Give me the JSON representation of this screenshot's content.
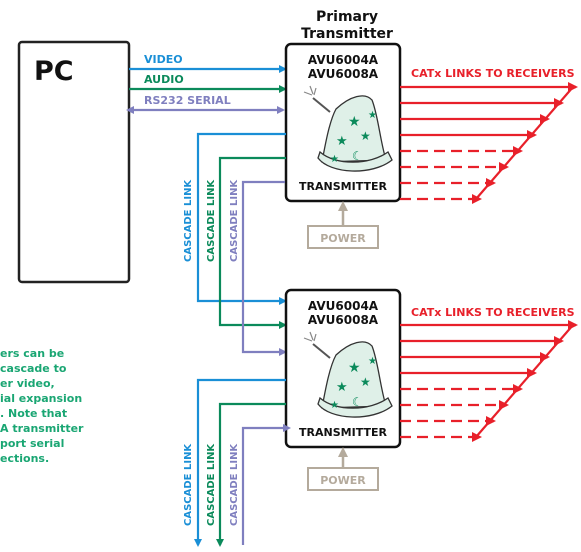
{
  "pc": {
    "label": "PC"
  },
  "primary_title": {
    "line1": "Primary",
    "line2": "Transmitter"
  },
  "transmitter_top": {
    "model1": "AVU6004A",
    "model2": "AVU6008A",
    "label": "TRANSMITTER",
    "power": "POWER"
  },
  "transmitter_bottom": {
    "model1": "AVU6004A",
    "model2": "AVU6008A",
    "label": "TRANSMITTER",
    "power": "POWER"
  },
  "signals": {
    "video": "VIDEO",
    "audio": "AUDIO",
    "serial": "RS232 SERIAL"
  },
  "catx_label": "CATx LINKS TO RECEIVERS",
  "cascade_label": "CASCADE LINK",
  "note": {
    "lines": [
      "ers can be",
      "cascade to",
      "er video,",
      "ial expansion",
      ". Note that",
      "A transmitter",
      "port serial",
      "ections."
    ]
  },
  "colors": {
    "video": "#1a8fd6",
    "audio": "#0b8a5b",
    "serial": "#7f7fbf",
    "catx": "#e8202a",
    "power": "#b4aa9c",
    "note": "#1aa673"
  }
}
